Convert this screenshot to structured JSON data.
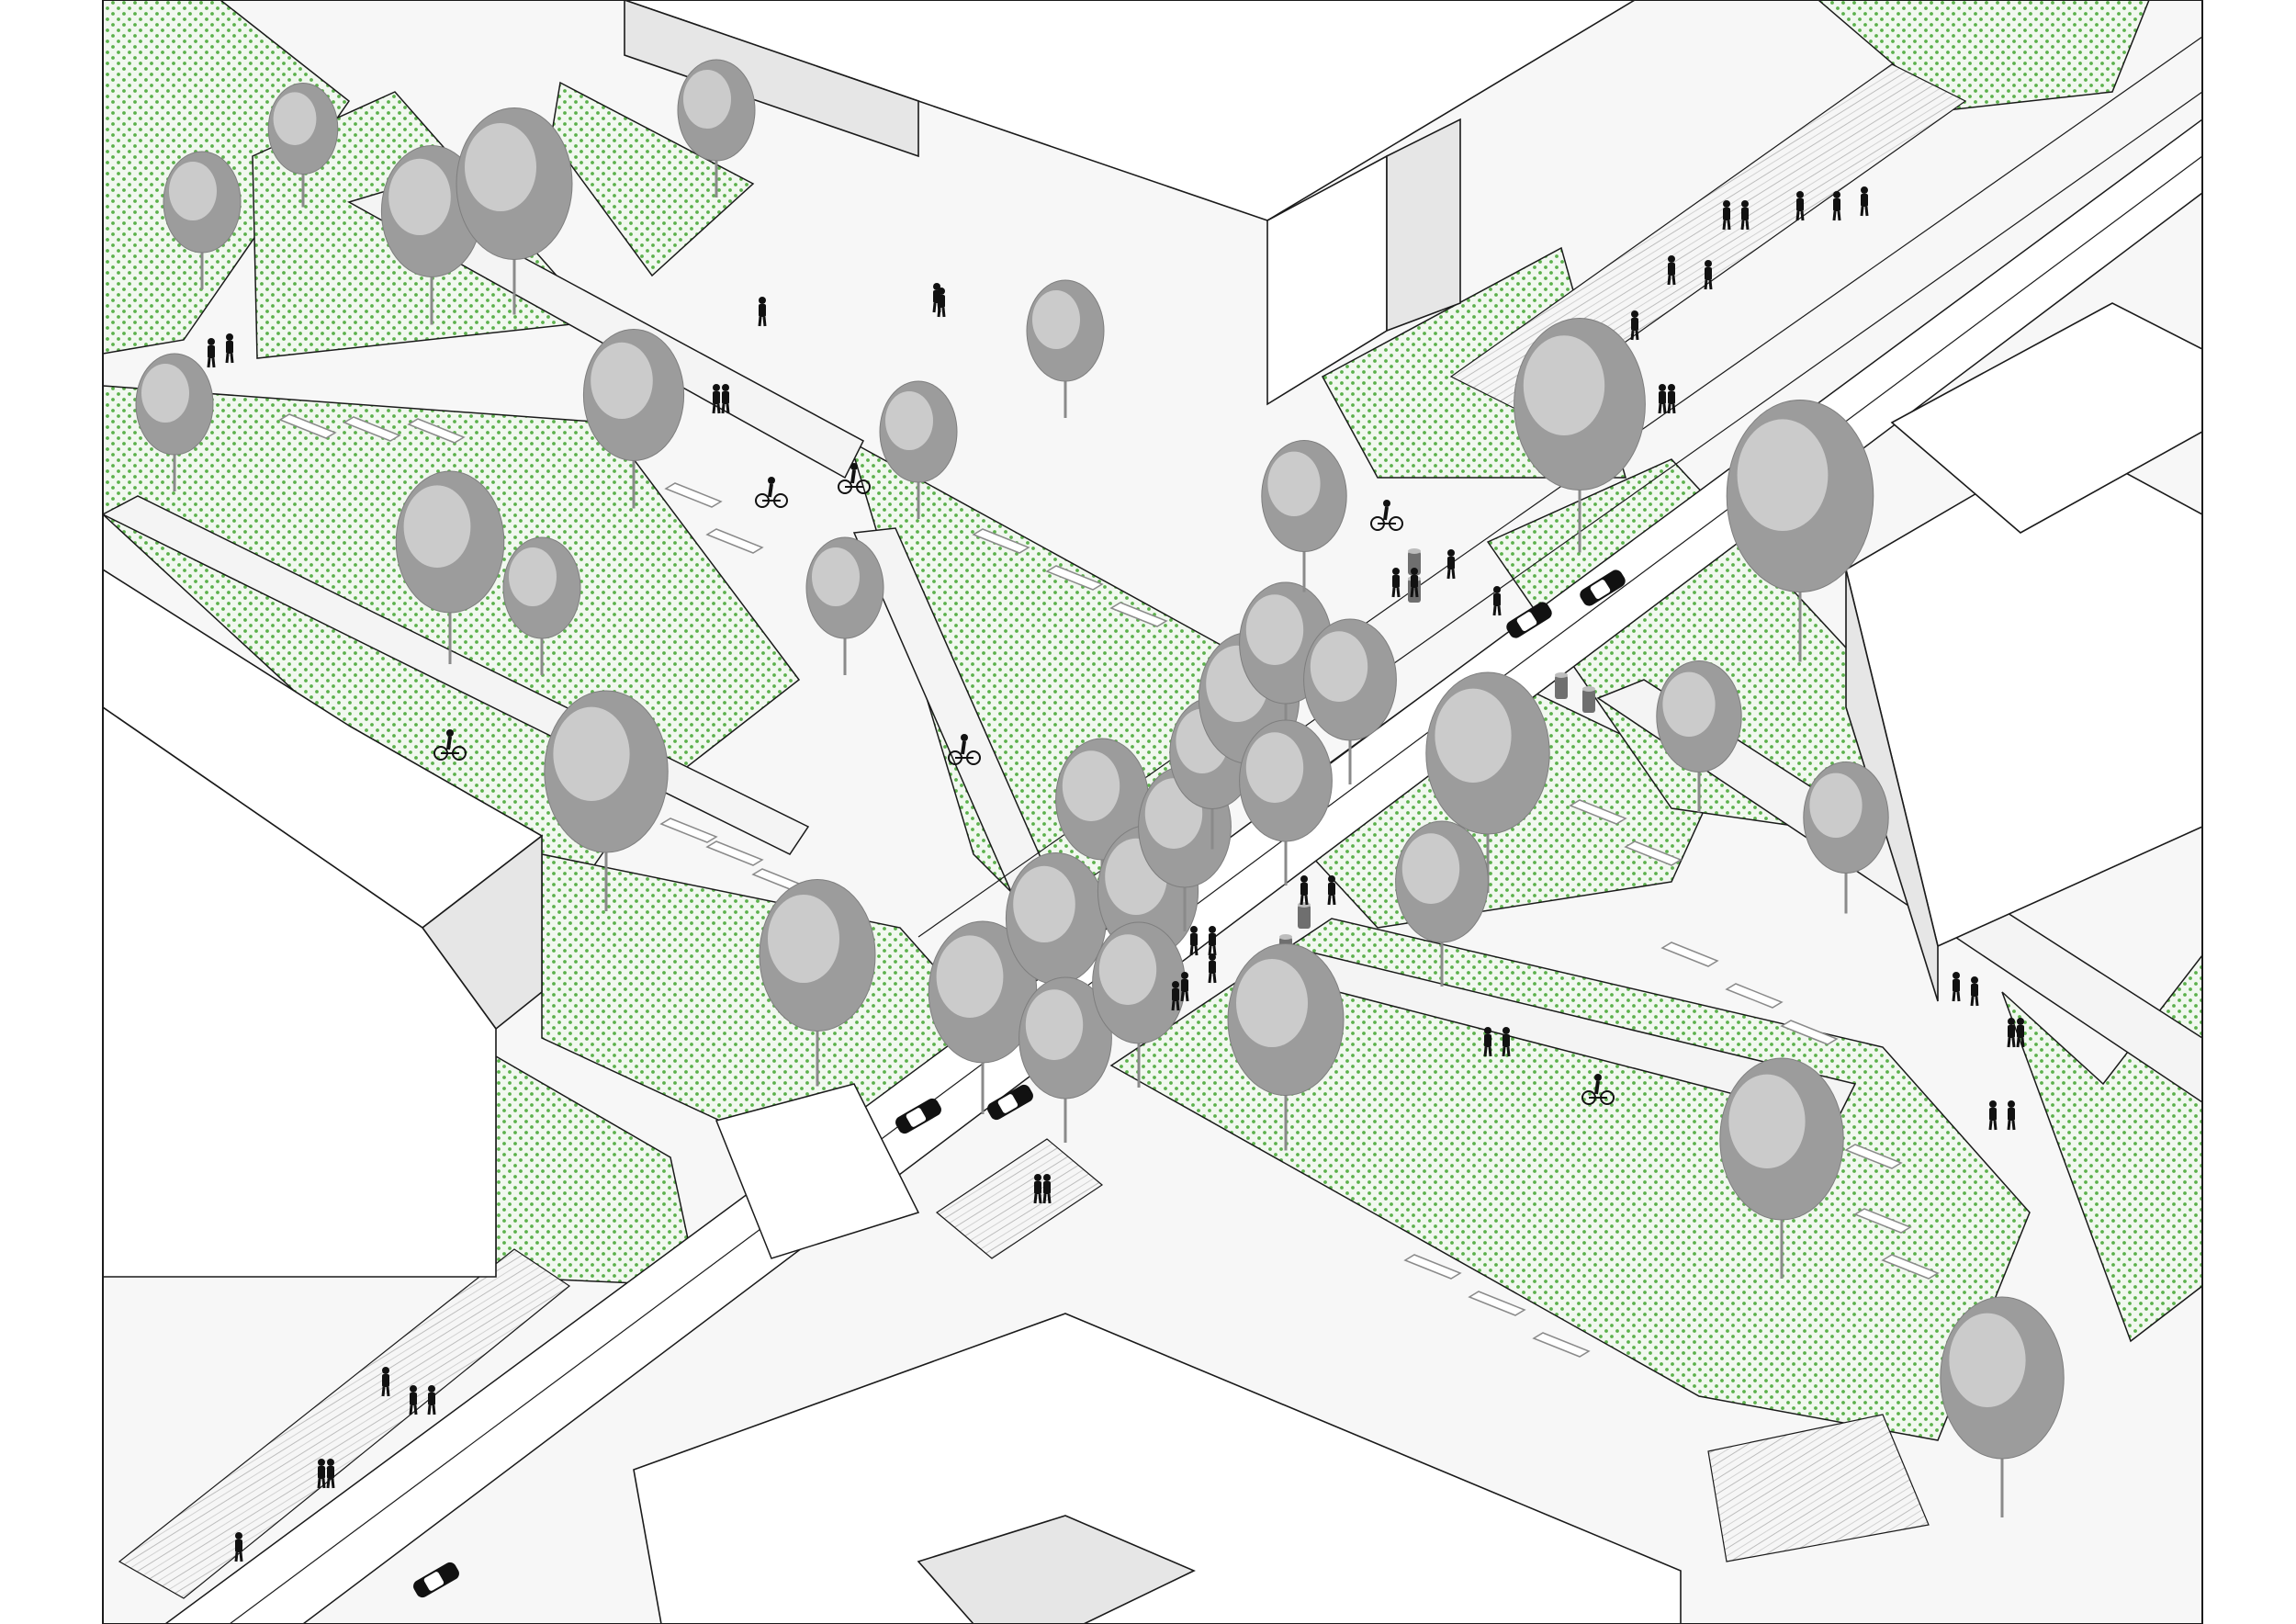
{
  "palette": {
    "background": "#ffffff",
    "lawn_fill": "#f1f8ef",
    "lawn_dots": "#5cb14c",
    "paving": "#f4f4f4",
    "hatch": "#bdbdbd",
    "building_top": "#ffffff",
    "building_side": "#e6e6e6",
    "outline": "#1a1a1a",
    "tree_foliage": "#9c9c9c",
    "tree_light": "#d4d4d4",
    "tree_trunk": "#8a8a8a",
    "figure": "#111111",
    "bollard": "#6f6f6f"
  },
  "icons": [
    "tree-icon",
    "pedestrian-icon",
    "cyclist-icon",
    "car-icon",
    "bench-icon",
    "bollard-icon"
  ],
  "counts": {
    "trees": 36,
    "pedestrians": 44,
    "cyclists": 6,
    "cars": 5,
    "benches": 22,
    "bollards": 6
  }
}
